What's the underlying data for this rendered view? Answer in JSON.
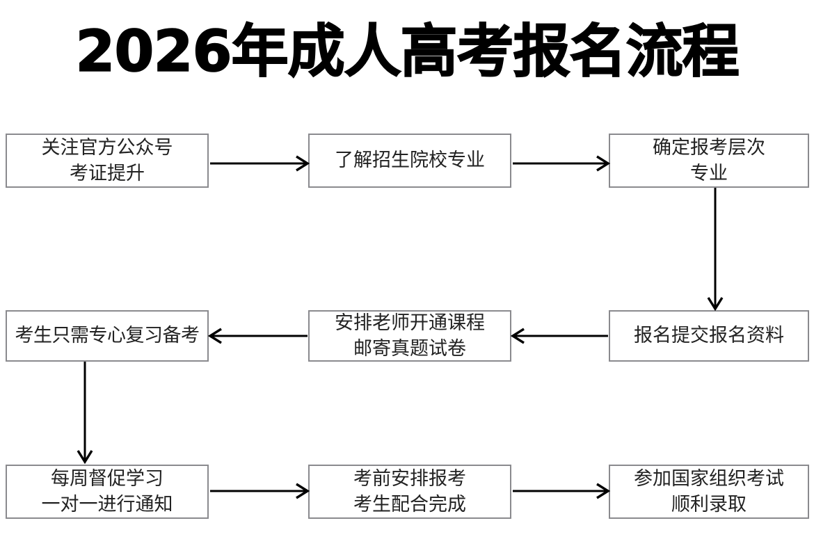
{
  "page": {
    "title": "2026年成人高考报名流程",
    "background_color": "#ffffff",
    "box_border_color": "#8a8a8e",
    "arrow_color": "#000000",
    "text_color": "#222222"
  },
  "flow": {
    "nodes": [
      {
        "id": "follow-official-account",
        "row": 1,
        "col": 1,
        "lines": [
          "关注官方公众号",
          "考证提升"
        ]
      },
      {
        "id": "learn-schools-majors",
        "row": 1,
        "col": 2,
        "lines": [
          "了解招生院校专业"
        ]
      },
      {
        "id": "confirm-level-major",
        "row": 1,
        "col": 3,
        "lines": [
          "确定报考层次",
          "专业"
        ]
      },
      {
        "id": "focus-on-review",
        "row": 2,
        "col": 1,
        "lines": [
          "考生只需专心复习备考"
        ]
      },
      {
        "id": "teacher-course-papers",
        "row": 2,
        "col": 2,
        "lines": [
          "安排老师开通课程",
          "邮寄真题试卷"
        ]
      },
      {
        "id": "submit-application",
        "row": 2,
        "col": 3,
        "lines": [
          "报名提交报名资料"
        ]
      },
      {
        "id": "weekly-supervision",
        "row": 3,
        "col": 1,
        "lines": [
          "每周督促学习",
          "一对一进行通知"
        ]
      },
      {
        "id": "pre-exam-arrangement",
        "row": 3,
        "col": 2,
        "lines": [
          "考前安排报考",
          "考生配合完成"
        ]
      },
      {
        "id": "take-exam-admitted",
        "row": 3,
        "col": 3,
        "lines": [
          "参加国家组织考试",
          "顺利录取"
        ]
      }
    ],
    "edges": [
      {
        "id": "edge-r1-c1-to-c2",
        "from": "follow-official-account",
        "to": "learn-schools-majors",
        "direction": "right"
      },
      {
        "id": "edge-r1-c2-to-c3",
        "from": "learn-schools-majors",
        "to": "confirm-level-major",
        "direction": "right"
      },
      {
        "id": "edge-c3-r1-to-r2",
        "from": "confirm-level-major",
        "to": "submit-application",
        "direction": "down"
      },
      {
        "id": "edge-r2-c3-to-c2",
        "from": "submit-application",
        "to": "teacher-course-papers",
        "direction": "left"
      },
      {
        "id": "edge-r2-c2-to-c1",
        "from": "teacher-course-papers",
        "to": "focus-on-review",
        "direction": "left"
      },
      {
        "id": "edge-c1-r2-to-r3",
        "from": "focus-on-review",
        "to": "weekly-supervision",
        "direction": "down"
      },
      {
        "id": "edge-r3-c1-to-c2",
        "from": "weekly-supervision",
        "to": "pre-exam-arrangement",
        "direction": "right"
      },
      {
        "id": "edge-r3-c2-to-c3",
        "from": "pre-exam-arrangement",
        "to": "take-exam-admitted",
        "direction": "right"
      }
    ]
  }
}
